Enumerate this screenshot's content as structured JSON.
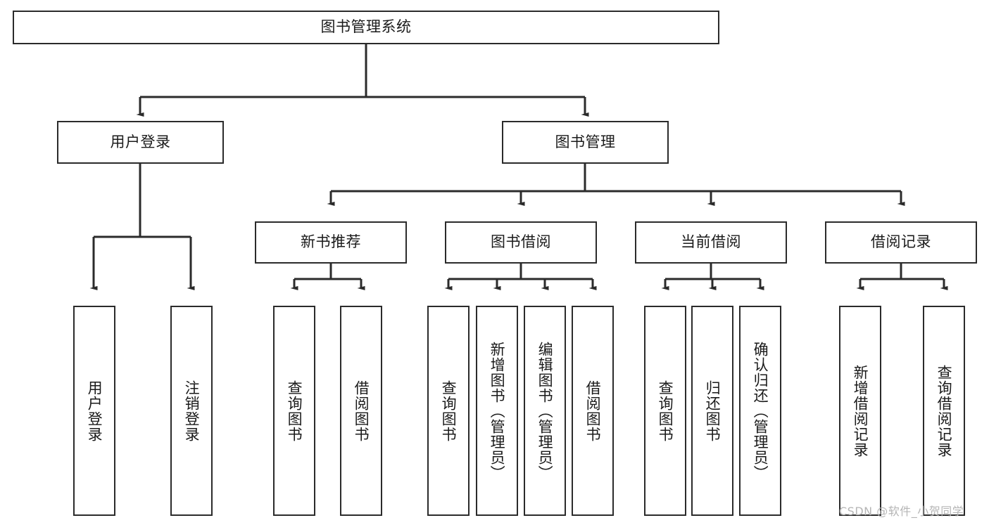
{
  "diagram": {
    "title": "图书管理系统",
    "type": "tree-hierarchy",
    "watermark": "CSDN @软件_小贺同学",
    "line_color": "#2b2b2b",
    "box_fill": "#ffffff",
    "text_color": "#1a1a1a",
    "watermark_color": "#b5b5b5",
    "root": {
      "label": "图书管理系统"
    },
    "level2": [
      {
        "label": "用户登录"
      },
      {
        "label": "图书管理"
      }
    ],
    "level3": [
      {
        "label": "新书推荐"
      },
      {
        "label": "图书借阅"
      },
      {
        "label": "当前借阅"
      },
      {
        "label": "借阅记录"
      }
    ],
    "leaves": {
      "user_login": [
        {
          "label": "用户登录"
        },
        {
          "label": "注销登录"
        }
      ],
      "new_book_recommend": [
        {
          "label": "查询图书"
        },
        {
          "label": "借阅图书"
        }
      ],
      "book_borrow": [
        {
          "label": "查询图书"
        },
        {
          "label": "新增图书（管理员）"
        },
        {
          "label": "编辑图书（管理员）"
        },
        {
          "label": "借阅图书"
        }
      ],
      "current_borrow": [
        {
          "label": "查询图书"
        },
        {
          "label": "归还图书"
        },
        {
          "label": "确认归还（管理员）"
        }
      ],
      "borrow_record": [
        {
          "label": "新增借阅记录"
        },
        {
          "label": "查询借阅记录"
        }
      ]
    }
  }
}
